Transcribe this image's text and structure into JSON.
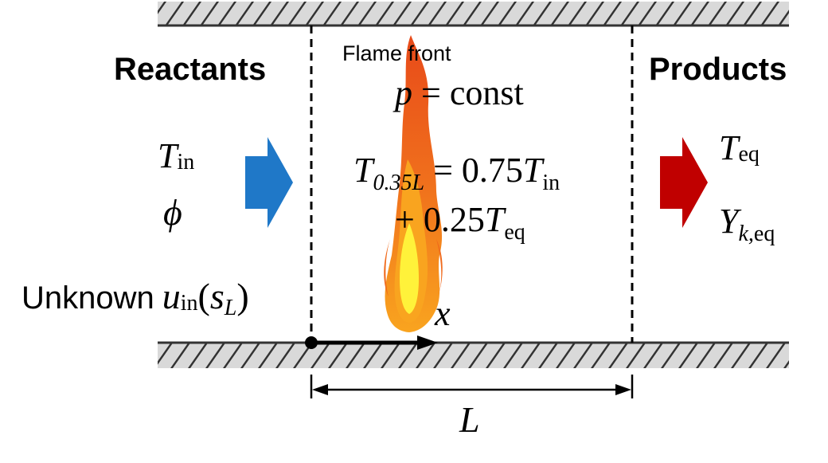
{
  "labels": {
    "reactants": "Reactants",
    "products": "Products",
    "flame_front": "Flame front",
    "unknown": "Unknown",
    "x": "x",
    "L": "L"
  },
  "inlet": {
    "T_base": "T",
    "T_sub": "in",
    "phi": "ϕ"
  },
  "outlet": {
    "T_base": "T",
    "T_sub": "eq",
    "Y_base": "Y",
    "Y_sub_k": "k,",
    "Y_sub_eq": "eq"
  },
  "equations": {
    "pressure_var": "p",
    "pressure_rest": " = const",
    "temp_lhs_base": "T",
    "temp_lhs_sub": "0.35L",
    "temp_eq_1": " = 0.75",
    "temp_T": "T",
    "temp_sub_in": "in",
    "temp_line2_plus": "+ 0.25",
    "temp_line2_T": "T",
    "temp_line2_sub": "eq"
  },
  "velocity": {
    "u": "u",
    "u_sub": "in",
    "paren_open": "(",
    "s": "s",
    "s_sub": "L",
    "paren_close": ")"
  },
  "colors": {
    "wall": "#d9d9d9",
    "inlet_arrow": "#1f78c8",
    "outlet_arrow": "#c00000",
    "flame_outer": "#e8521c",
    "flame_mid": "#f79a1e",
    "flame_core": "#fff23a"
  }
}
